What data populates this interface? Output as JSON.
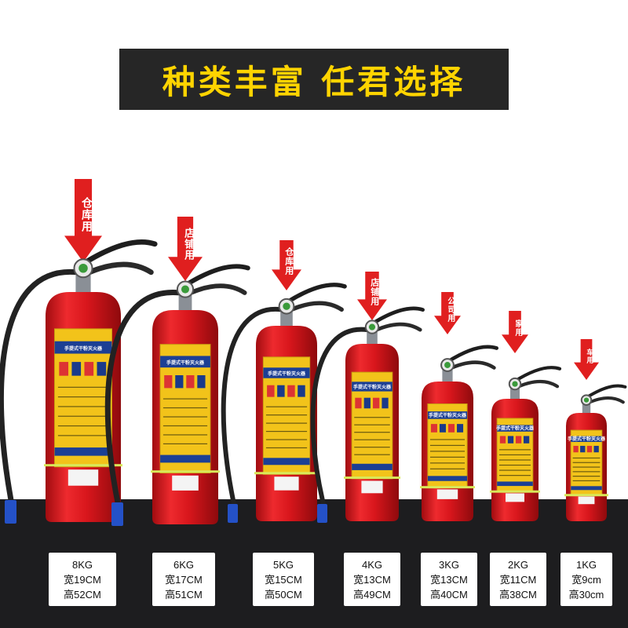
{
  "banner": {
    "text": "种类丰富  任君选择",
    "bg_color": "#262626",
    "text_color": "#ffd400"
  },
  "colors": {
    "extinguisher_red": "#e0161d",
    "label_yellow": "#f2c31a",
    "label_blue": "#1c3f94",
    "nozzle_blue": "#2451c7",
    "floor": "#1d1d1f",
    "arrow_red": "#e01f1f"
  },
  "label_title": "手提式干粉灭火器",
  "products": [
    {
      "use": "仓库用",
      "weight": "8KG",
      "width": "宽19CM",
      "height": "高52CM"
    },
    {
      "use": "店铺用",
      "weight": "6KG",
      "width": "宽17CM",
      "height": "高51CM"
    },
    {
      "use": "仓库用",
      "weight": "5KG",
      "width": "宽15CM",
      "height": "高50CM"
    },
    {
      "use": "店铺用",
      "weight": "4KG",
      "width": "宽13CM",
      "height": "高49CM"
    },
    {
      "use": "公司用",
      "weight": "3KG",
      "width": "宽13CM",
      "height": "高40CM"
    },
    {
      "use": "家用",
      "weight": "2KG",
      "width": "宽11CM",
      "height": "高38CM"
    },
    {
      "use": "车用",
      "weight": "1KG",
      "width": "宽9cm",
      "height": "高30cm"
    }
  ]
}
